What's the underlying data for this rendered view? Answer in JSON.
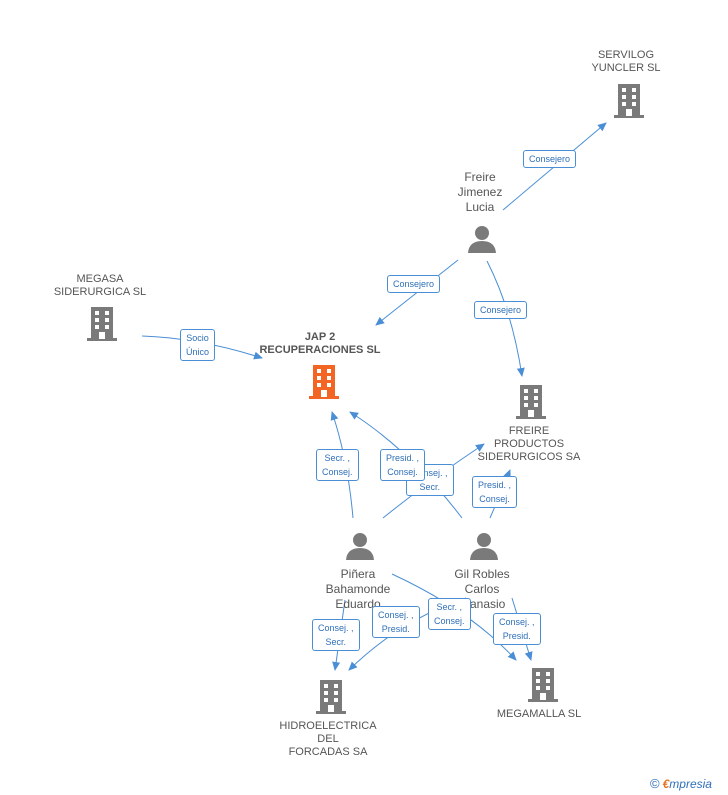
{
  "nodes": {
    "servilog": {
      "label": "SERVILOG\nYUNCLER SL",
      "type": "company"
    },
    "megasa": {
      "label": "MEGASA\nSIDERURGICA SL",
      "type": "company"
    },
    "jap2": {
      "label": "JAP 2\nRECUPERACIONES SL",
      "type": "company-main"
    },
    "freire_productos": {
      "label": "FREIRE\nPRODUCTOS\nSIDERURGICOS SA",
      "type": "company"
    },
    "hidroelectrica": {
      "label": "HIDROELECTRICA\nDEL\nFORCADAS SA",
      "type": "company"
    },
    "megamalla": {
      "label": "MEGAMALLA  SL",
      "type": "company"
    },
    "freire_lucia": {
      "label": "Freire\nJimenez\nLucia",
      "type": "person"
    },
    "pinera": {
      "label": "Piñera\nBahamonde\nEduardo",
      "type": "person"
    },
    "gil_robles": {
      "label": "Gil Robles\nCarlos\nAtanasio",
      "type": "person"
    }
  },
  "edge_labels": {
    "lucia_servilog": "Consejero",
    "lucia_jap2": "Consejero",
    "lucia_freire": "Consejero",
    "megasa_jap2": "Socio\nÚnico",
    "pinera_jap2": "Secr. ,\nConsej.",
    "gil_jap2": "Presid. ,\nConsej.",
    "pinera_freire": "Consej. ,\nSecr.",
    "gil_freire": "Presid. ,\nConsej.",
    "pinera_hidro": "Consej. ,\nSecr.",
    "gil_hidro": "Consej. ,\nPresid.",
    "pinera_megamalla": "Secr. ,\nConsej.",
    "gil_megamalla": "Consej. ,\nPresid."
  },
  "colors": {
    "edge": "#4a8fd6",
    "company_icon": "#7a7a7a",
    "main_company_icon": "#f26522",
    "person_icon": "#7a7a7a",
    "brand_orange": "#e8731e",
    "brand_blue": "#2f6fb8"
  },
  "icons": {
    "company": "building-icon",
    "person": "person-icon",
    "copyright": "©"
  },
  "footer": {
    "copyright": "©",
    "brand_e": "€",
    "brand_rest": "mpresia"
  }
}
